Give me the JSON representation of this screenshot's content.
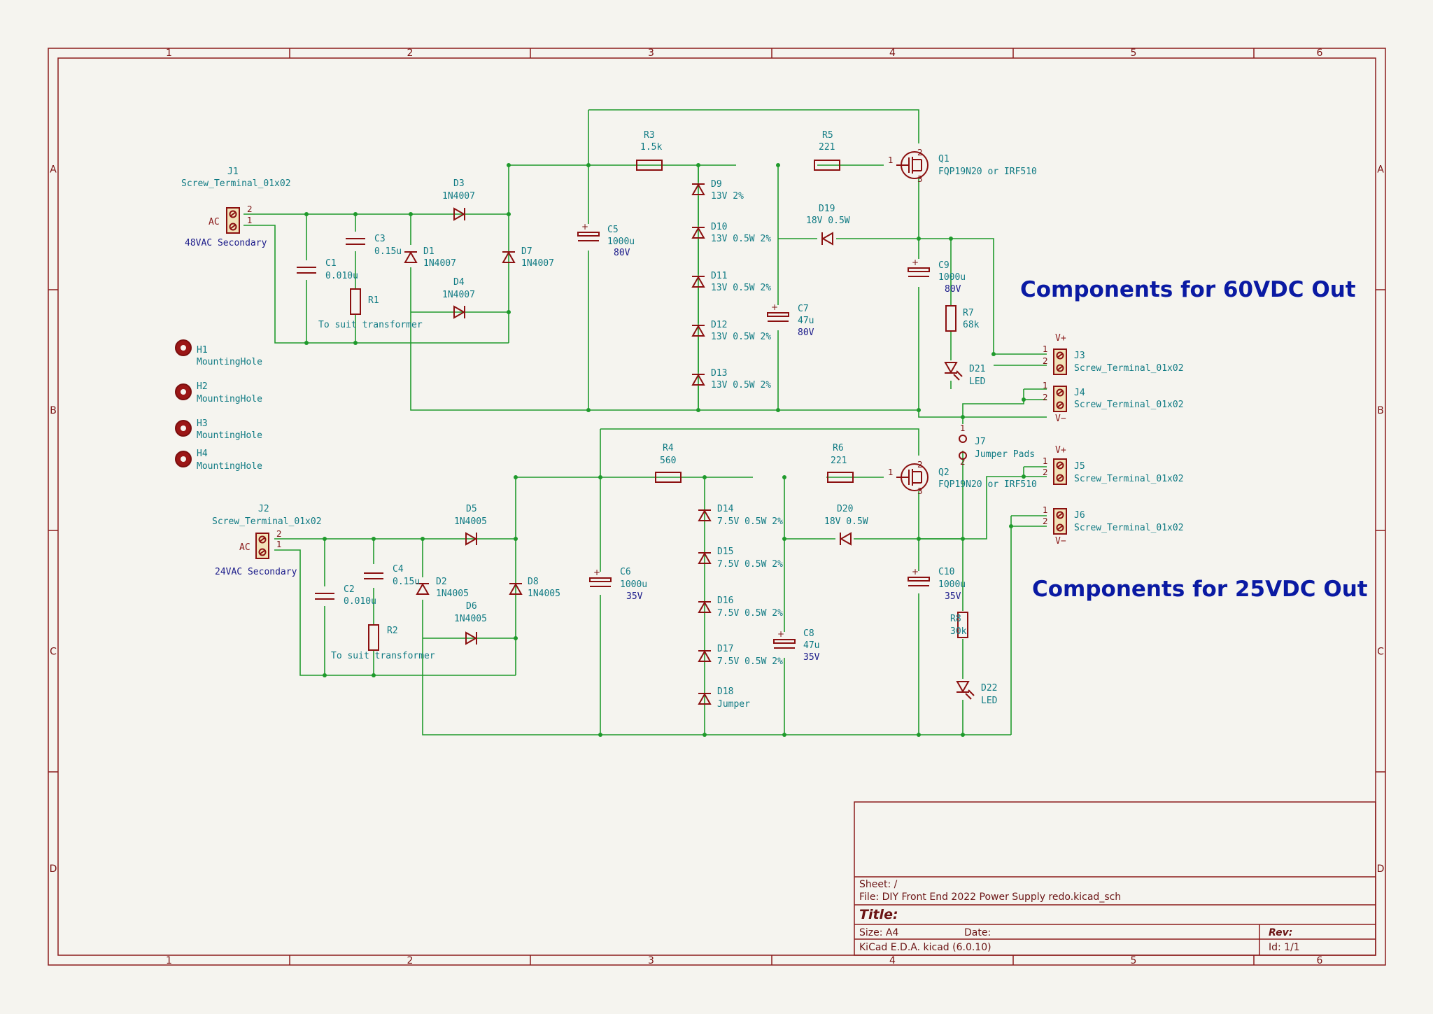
{
  "frame": {
    "col_labels": [
      "1",
      "2",
      "3",
      "4",
      "5",
      "6"
    ],
    "row_labels": [
      "A",
      "B",
      "C",
      "D"
    ]
  },
  "headings": {
    "out60": "Components for 60VDC Out",
    "out25": "Components for 25VDC Out"
  },
  "title_block": {
    "sheet": "Sheet: /",
    "file": "File: DIY Front End 2022 Power Supply redo.kicad_sch",
    "title": "Title:",
    "size": "Size: A4",
    "date": "Date:",
    "rev": "Rev:",
    "tool": "KiCad E.D.A.  kicad (6.0.10)",
    "id": "Id: 1/1"
  },
  "components": {
    "J1": {
      "ref": "J1",
      "value": "Screw_Terminal_01x02",
      "net": "AC",
      "note": "48VAC Secondary"
    },
    "J2": {
      "ref": "J2",
      "value": "Screw_Terminal_01x02",
      "net": "AC",
      "note": "24VAC Secondary"
    },
    "C1": {
      "ref": "C1",
      "value": "0.010u"
    },
    "C2": {
      "ref": "C2",
      "value": "0.010u"
    },
    "C3": {
      "ref": "C3",
      "value": "0.15u"
    },
    "C4": {
      "ref": "C4",
      "value": "0.15u"
    },
    "R1": {
      "ref": "R1",
      "value": "To suit transformer"
    },
    "R2": {
      "ref": "R2",
      "value": "To suit transformer"
    },
    "D1": {
      "ref": "D1",
      "value": "1N4007"
    },
    "D3": {
      "ref": "D3",
      "value": "1N4007"
    },
    "D4": {
      "ref": "D4",
      "value": "1N4007"
    },
    "D7": {
      "ref": "D7",
      "value": "1N4007"
    },
    "D2": {
      "ref": "D2",
      "value": "1N4005"
    },
    "D5": {
      "ref": "D5",
      "value": "1N4005"
    },
    "D6": {
      "ref": "D6",
      "value": "1N4005"
    },
    "D8": {
      "ref": "D8",
      "value": "1N4005"
    },
    "C5": {
      "ref": "C5",
      "value": "1000u",
      "rating": "80V"
    },
    "C6": {
      "ref": "C6",
      "value": "1000u",
      "rating": "35V"
    },
    "R3": {
      "ref": "R3",
      "value": "1.5k"
    },
    "R4": {
      "ref": "R4",
      "value": "560"
    },
    "R5": {
      "ref": "R5",
      "value": "221"
    },
    "R6": {
      "ref": "R6",
      "value": "221"
    },
    "D9": {
      "ref": "D9",
      "value": "13V 2%"
    },
    "D10": {
      "ref": "D10",
      "value": "13V 0.5W 2%"
    },
    "D11": {
      "ref": "D11",
      "value": "13V 0.5W 2%"
    },
    "D12": {
      "ref": "D12",
      "value": "13V 0.5W 2%"
    },
    "D13": {
      "ref": "D13",
      "value": "13V 0.5W 2%"
    },
    "D14": {
      "ref": "D14",
      "value": "7.5V 0.5W 2%"
    },
    "D15": {
      "ref": "D15",
      "value": "7.5V 0.5W 2%"
    },
    "D16": {
      "ref": "D16",
      "value": "7.5V 0.5W 2%"
    },
    "D17": {
      "ref": "D17",
      "value": "7.5V 0.5W 2%"
    },
    "D18": {
      "ref": "D18",
      "value": "Jumper"
    },
    "C7": {
      "ref": "C7",
      "value": "47u",
      "rating": "80V"
    },
    "C8": {
      "ref": "C8",
      "value": "47u",
      "rating": "35V"
    },
    "D19": {
      "ref": "D19",
      "value": "18V 0.5W"
    },
    "D20": {
      "ref": "D20",
      "value": "18V 0.5W"
    },
    "Q1": {
      "ref": "Q1",
      "value": "FQP19N20 or IRF510"
    },
    "Q2": {
      "ref": "Q2",
      "value": "FQP19N20 or IRF510"
    },
    "C9": {
      "ref": "C9",
      "value": "1000u",
      "rating": "80V"
    },
    "C10": {
      "ref": "C10",
      "value": "1000u",
      "rating": "35V"
    },
    "R7": {
      "ref": "R7",
      "value": "68k"
    },
    "R8": {
      "ref": "R8",
      "value": "30k"
    },
    "D21": {
      "ref": "D21",
      "value": "LED"
    },
    "D22": {
      "ref": "D22",
      "value": "LED"
    },
    "J3": {
      "ref": "J3",
      "value": "Screw_Terminal_01x02",
      "net": "V+"
    },
    "J4": {
      "ref": "J4",
      "value": "Screw_Terminal_01x02",
      "net": "V−"
    },
    "J5": {
      "ref": "J5",
      "value": "Screw_Terminal_01x02",
      "net": "V+"
    },
    "J6": {
      "ref": "J6",
      "value": "Screw_Terminal_01x02",
      "net": "V−"
    },
    "J7": {
      "ref": "J7",
      "value": "Jumper Pads"
    },
    "H1": {
      "ref": "H1",
      "value": "MountingHole"
    },
    "H2": {
      "ref": "H2",
      "value": "MountingHole"
    },
    "H3": {
      "ref": "H3",
      "value": "MountingHole"
    },
    "H4": {
      "ref": "H4",
      "value": "MountingHole"
    }
  },
  "colors": {
    "wire": "#1f9a2c",
    "component": "#8b1010",
    "reference_text": "#0f7a83",
    "heading_text": "#0a1aa3",
    "frame": "#8b1c1c",
    "background": "#f5f4ef"
  }
}
